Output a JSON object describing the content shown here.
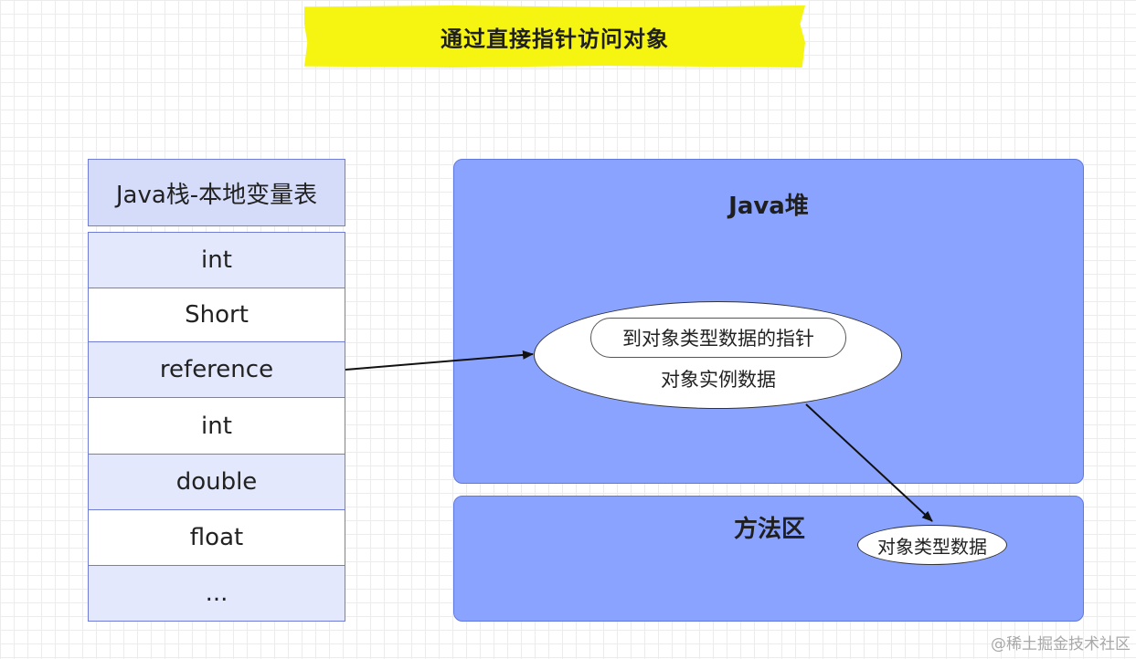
{
  "title": "通过直接指针访问对象",
  "stack": {
    "header": "Java栈-本地变量表",
    "rows": [
      "int",
      "Short",
      "reference",
      "int",
      "double",
      "float",
      "..."
    ]
  },
  "heap": {
    "label": "Java堆",
    "object": {
      "pointer_label": "到对象类型数据的指针",
      "instance_label": "对象实例数据"
    }
  },
  "method_area": {
    "label": "方法区",
    "type_data_label": "对象类型数据"
  },
  "colors": {
    "banner": "#f5f511",
    "region_fill": "#8aa3ff",
    "stack_row_alt": "#e4e8fc",
    "stack_header": "#d5dcfa"
  },
  "watermark": "@稀土掘金技术社区"
}
